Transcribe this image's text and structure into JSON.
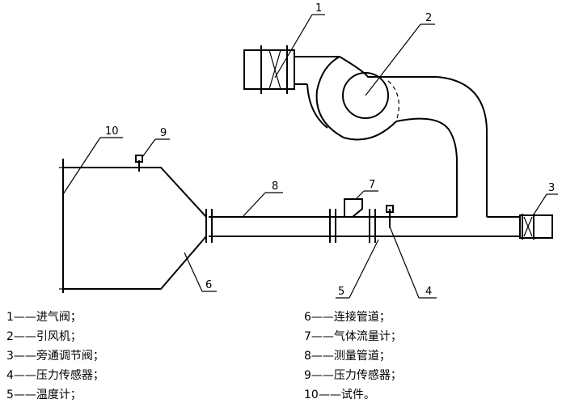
{
  "callouts": [
    {
      "num": "1",
      "label": "进气阀"
    },
    {
      "num": "2",
      "label": "引风机"
    },
    {
      "num": "3",
      "label": "旁通调节阀"
    },
    {
      "num": "4",
      "label": "压力传感器"
    },
    {
      "num": "5",
      "label": "温度计"
    },
    {
      "num": "6",
      "label": "连接管道"
    },
    {
      "num": "7",
      "label": "气体流量计"
    },
    {
      "num": "8",
      "label": "测量管道"
    },
    {
      "num": "9",
      "label": "压力传感器"
    },
    {
      "num": "10",
      "label": "试件"
    }
  ],
  "legend": {
    "left": [
      "1——进气阀；",
      "2——引风机；",
      "3——旁通调节阀；",
      "4——压力传感器；",
      "5——温度计；"
    ],
    "right": [
      "6——连接管道；",
      "7——气体流量计；",
      "8——测量管道；",
      "9——压力传感器；",
      "10——试件。"
    ]
  }
}
